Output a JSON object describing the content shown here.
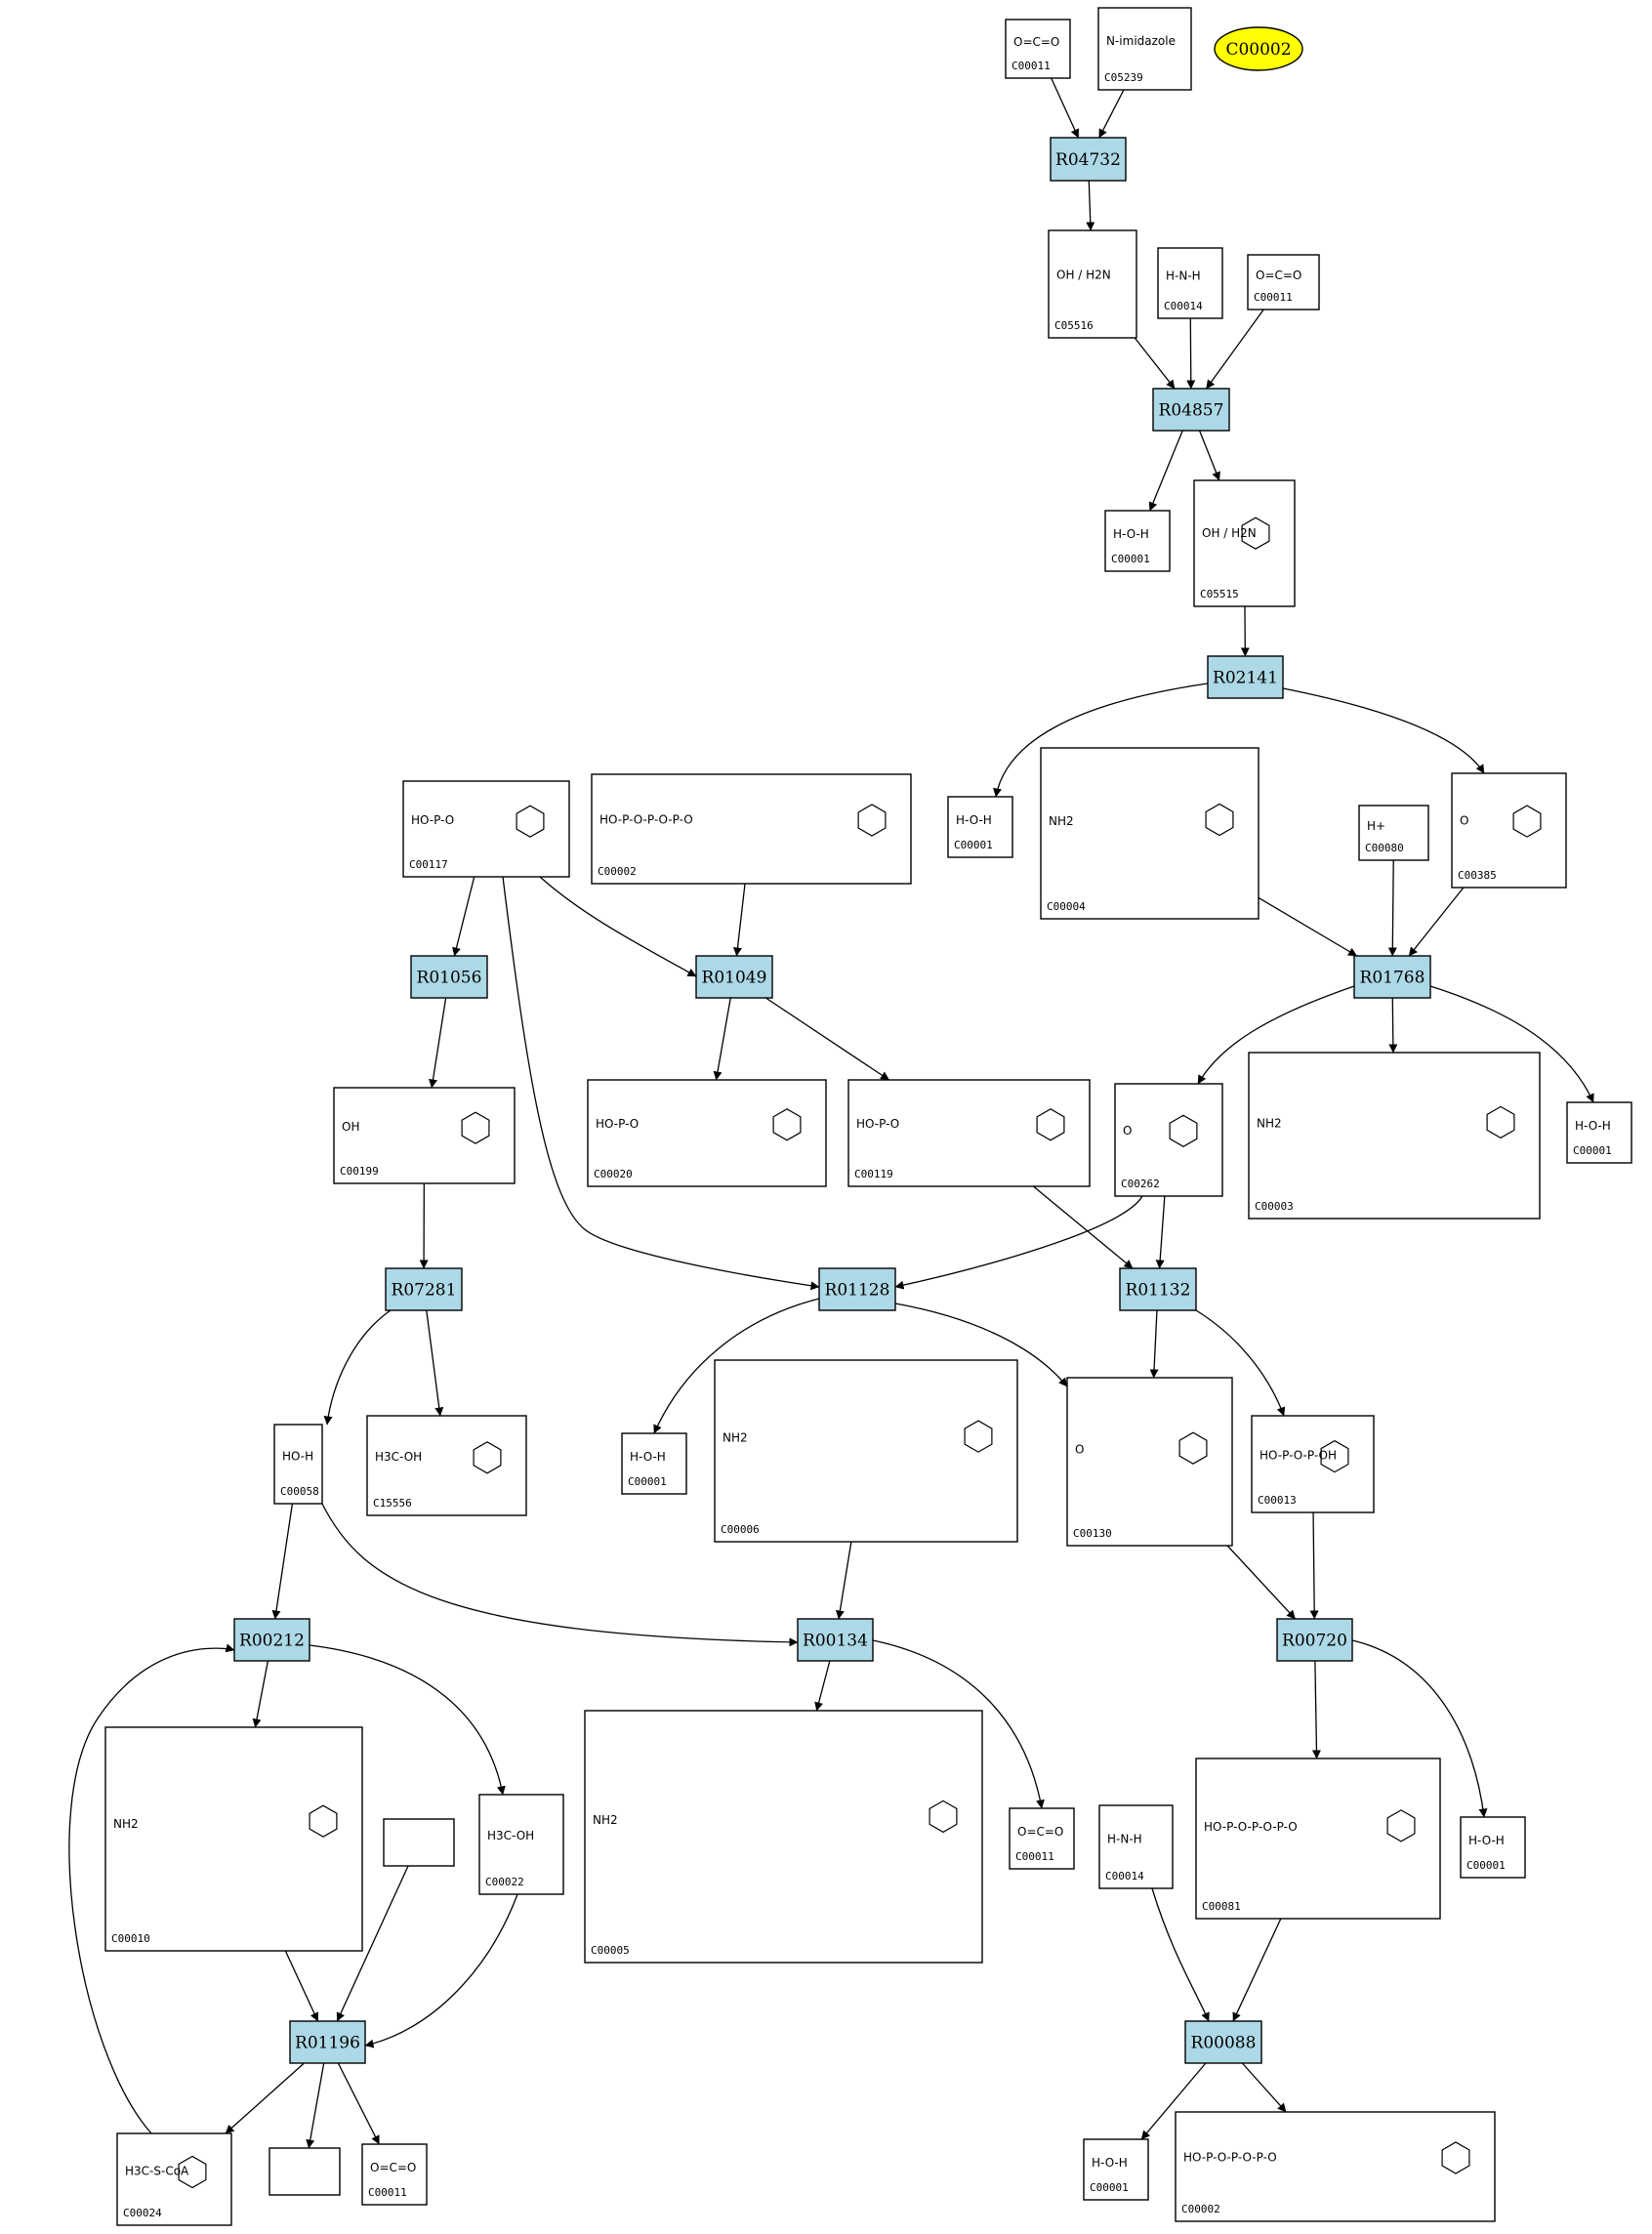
{
  "highlight": {
    "id": "C00002",
    "color": "#ffff00"
  },
  "colors": {
    "reaction": "#add8e6",
    "compound": "#ffffff"
  },
  "compounds": [
    {
      "id": "C00011a",
      "label": "C00011",
      "formula": "O=C=O"
    },
    {
      "id": "C05239",
      "label": "C05239",
      "formula": "N-imidazole"
    },
    {
      "id": "C05516",
      "label": "C05516",
      "formula": "OH / H2N"
    },
    {
      "id": "C00014a",
      "label": "C00014",
      "formula": "H-N-H"
    },
    {
      "id": "C00011b",
      "label": "C00011",
      "formula": "O=C=O"
    },
    {
      "id": "C00001a",
      "label": "C00001",
      "formula": "H-O-H"
    },
    {
      "id": "C05515",
      "label": "C05515",
      "formula": "OH / H2N"
    },
    {
      "id": "C00001b",
      "label": "C00001",
      "formula": "H-O-H"
    },
    {
      "id": "C00004",
      "label": "C00004",
      "formula": "NH2"
    },
    {
      "id": "C00080",
      "label": "C00080",
      "formula": "H+"
    },
    {
      "id": "C00385",
      "label": "C00385",
      "formula": "O"
    },
    {
      "id": "C00117",
      "label": "C00117",
      "formula": "HO-P-O"
    },
    {
      "id": "C00002a",
      "label": "C00002",
      "formula": "HO-P-O-P-O-P-O"
    },
    {
      "id": "C00199",
      "label": "C00199",
      "formula": "OH"
    },
    {
      "id": "C00020",
      "label": "C00020",
      "formula": "HO-P-O"
    },
    {
      "id": "C00119",
      "label": "C00119",
      "formula": "HO-P-O"
    },
    {
      "id": "C00262",
      "label": "C00262",
      "formula": "O"
    },
    {
      "id": "C00003",
      "label": "C00003",
      "formula": "NH2"
    },
    {
      "id": "C00001c",
      "label": "C00001",
      "formula": "H-O-H"
    },
    {
      "id": "C00058",
      "label": "C00058",
      "formula": "HO-H"
    },
    {
      "id": "C15556",
      "label": "C15556",
      "formula": "H3C-OH"
    },
    {
      "id": "C00001d",
      "label": "C00001",
      "formula": "H-O-H"
    },
    {
      "id": "C00006",
      "label": "C00006",
      "formula": "NH2"
    },
    {
      "id": "C00130",
      "label": "C00130",
      "formula": "O"
    },
    {
      "id": "C00013",
      "label": "C00013",
      "formula": "HO-P-O-P-OH"
    },
    {
      "id": "C00010",
      "label": "C00010",
      "formula": "NH2"
    },
    {
      "id": "C00022",
      "label": "C00022",
      "formula": "H3C-OH"
    },
    {
      "id": "C00005",
      "label": "C00005",
      "formula": "NH2"
    },
    {
      "id": "C00011c",
      "label": "C00011",
      "formula": "O=C=O"
    },
    {
      "id": "C00014b",
      "label": "C00014",
      "formula": "H-N-H"
    },
    {
      "id": "C00081",
      "label": "C00081",
      "formula": "HO-P-O-P-O-P-O"
    },
    {
      "id": "C00001e",
      "label": "C00001",
      "formula": "H-O-H"
    },
    {
      "id": "C00024",
      "label": "C00024",
      "formula": "H3C-S-CoA"
    },
    {
      "id": "C00011d",
      "label": "C00011",
      "formula": "O=C=O"
    },
    {
      "id": "C00001f",
      "label": "C00001",
      "formula": "H-O-H"
    },
    {
      "id": "C00002b",
      "label": "C00002",
      "formula": "HO-P-O-P-O-P-O"
    }
  ],
  "reactions": [
    {
      "id": "R04732",
      "label": "R04732"
    },
    {
      "id": "R04857",
      "label": "R04857"
    },
    {
      "id": "R02141",
      "label": "R02141"
    },
    {
      "id": "R01056",
      "label": "R01056"
    },
    {
      "id": "R01049",
      "label": "R01049"
    },
    {
      "id": "R01768",
      "label": "R01768"
    },
    {
      "id": "R07281",
      "label": "R07281"
    },
    {
      "id": "R01128",
      "label": "R01128"
    },
    {
      "id": "R01132",
      "label": "R01132"
    },
    {
      "id": "R00212",
      "label": "R00212"
    },
    {
      "id": "R00134",
      "label": "R00134"
    },
    {
      "id": "R00720",
      "label": "R00720"
    },
    {
      "id": "R01196",
      "label": "R01196"
    },
    {
      "id": "R00088",
      "label": "R00088"
    }
  ],
  "edges": [
    [
      "C00011a",
      "R04732"
    ],
    [
      "C05239",
      "R04732"
    ],
    [
      "R04732",
      "C05516"
    ],
    [
      "C05516",
      "R04857"
    ],
    [
      "C00014a",
      "R04857"
    ],
    [
      "C00011b",
      "R04857"
    ],
    [
      "R04857",
      "C00001a"
    ],
    [
      "R04857",
      "C05515"
    ],
    [
      "C05515",
      "R02141"
    ],
    [
      "R02141",
      "C00001b"
    ],
    [
      "R02141",
      "C00385"
    ],
    [
      "C00004",
      "R01768"
    ],
    [
      "C00080",
      "R01768"
    ],
    [
      "C00385",
      "R01768"
    ],
    [
      "R01768",
      "C00262"
    ],
    [
      "R01768",
      "C00003"
    ],
    [
      "R01768",
      "C00001c"
    ],
    [
      "C00117",
      "R01056"
    ],
    [
      "C00117",
      "R01049"
    ],
    [
      "C00117",
      "R01128"
    ],
    [
      "C00002a",
      "R01049"
    ],
    [
      "R01049",
      "C00020"
    ],
    [
      "R01049",
      "C00119"
    ],
    [
      "R01056",
      "C00199"
    ],
    [
      "C00199",
      "R07281"
    ],
    [
      "R07281",
      "C00058"
    ],
    [
      "R07281",
      "C15556"
    ],
    [
      "C00262",
      "R01128"
    ],
    [
      "C00262",
      "R01132"
    ],
    [
      "C00119",
      "R01132"
    ],
    [
      "R01128",
      "C00001d"
    ],
    [
      "R01128",
      "C00130"
    ],
    [
      "R01132",
      "C00130"
    ],
    [
      "R01132",
      "C00013"
    ],
    [
      "C00058",
      "R00212"
    ],
    [
      "C00058",
      "R00134"
    ],
    [
      "C00006",
      "R00134"
    ],
    [
      "R00134",
      "C00005"
    ],
    [
      "R00134",
      "C00011c"
    ],
    [
      "C00130",
      "R00720"
    ],
    [
      "C00013",
      "R00720"
    ],
    [
      "R00720",
      "C00081"
    ],
    [
      "R00720",
      "C00001e"
    ],
    [
      "R00212",
      "C00010"
    ],
    [
      "R00212",
      "C00022"
    ],
    [
      "C00010",
      "R01196"
    ],
    [
      "BLANK1",
      "R01196"
    ],
    [
      "C00022",
      "R01196"
    ],
    [
      "R01196",
      "C00024"
    ],
    [
      "R01196",
      "BLANK2"
    ],
    [
      "R01196",
      "C00011d"
    ],
    [
      "C00024",
      "R00212"
    ],
    [
      "C00014b",
      "R00088"
    ],
    [
      "C00081",
      "R00088"
    ],
    [
      "R00088",
      "C00001f"
    ],
    [
      "R00088",
      "C00002b"
    ]
  ]
}
